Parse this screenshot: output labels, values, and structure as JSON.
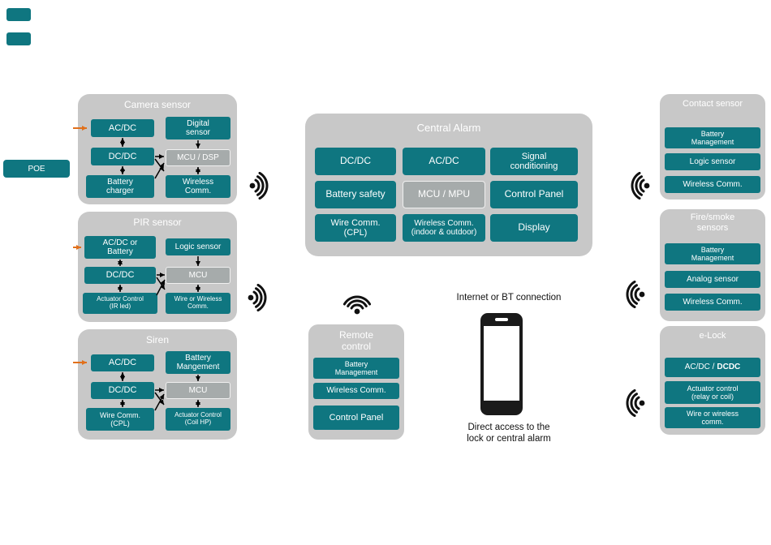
{
  "colors": {
    "teal": "#0f7680",
    "group_gray": "#c8c8c8",
    "light_box": "#a6abab",
    "orange": "#e1701b"
  },
  "poe": {
    "label": "POE"
  },
  "camera": {
    "title": "Camera sensor",
    "boxes": {
      "acdc": "AC/DC",
      "digital_sensor": "Digital\nsensor",
      "dcdc": "DC/DC",
      "mcu_dsp": "MCU / DSP",
      "battery_charger": "Battery\ncharger",
      "wireless_comm": "Wireless\nComm."
    }
  },
  "pir": {
    "title": "PIR sensor",
    "boxes": {
      "acdc_or_battery": "AC/DC or\nBattery",
      "logic_sensor": "Logic sensor",
      "dcdc": "DC/DC",
      "mcu": "MCU",
      "actuator_control": "Actuator Control\n(IR led)",
      "wire_or_wireless": "Wire or Wireless\nComm."
    }
  },
  "siren": {
    "title": "Siren",
    "boxes": {
      "acdc": "AC/DC",
      "battery_mangement": "Battery\nMangement",
      "dcdc": "DC/DC",
      "mcu": "MCU",
      "wire_comm_cpl": "Wire Comm.\n(CPL)",
      "actuator_control": "Actuator Control\n(Coil HP)"
    }
  },
  "central_alarm": {
    "title": "Central Alarm",
    "boxes": {
      "dcdc": "DC/DC",
      "acdc": "AC/DC",
      "signal_conditioning": "Signal\nconditioning",
      "battery_safety": "Battery safety",
      "mcu_mpu": "MCU / MPU",
      "control_panel": "Control Panel",
      "wire_comm_cpl": "Wire Comm.\n(CPL)",
      "wireless_comm": "Wireless Comm.\n(indoor & outdoor)",
      "display": "Display"
    }
  },
  "remote_control": {
    "title": "Remote\ncontrol",
    "boxes": {
      "battery_management": "Battery\nManagement",
      "wireless_comm": "Wireless Comm.",
      "control_panel": "Control Panel"
    }
  },
  "contact_sensor": {
    "title": "Contact sensor",
    "boxes": {
      "battery_management": "Battery\nManagement",
      "logic_sensor": "Logic sensor",
      "wireless_comm": "Wireless Comm."
    }
  },
  "fire_smoke": {
    "title": "Fire/smoke\nsensors",
    "boxes": {
      "battery_management": "Battery\nManagement",
      "analog_sensor": "Analog sensor",
      "wireless_comm": "Wireless Comm."
    }
  },
  "elock": {
    "title": "e-Lock",
    "boxes": {
      "acdc_prefix": "AC/DC /",
      "acdc_bold": "DCDC",
      "actuator_control": "Actuator control\n(relay or coil)",
      "wire_or_wireless": "Wire or wireless\ncomm."
    }
  },
  "phone": {
    "top_label": "Internet or BT connection",
    "bottom_label": "Direct access to the\nlock or central alarm"
  }
}
